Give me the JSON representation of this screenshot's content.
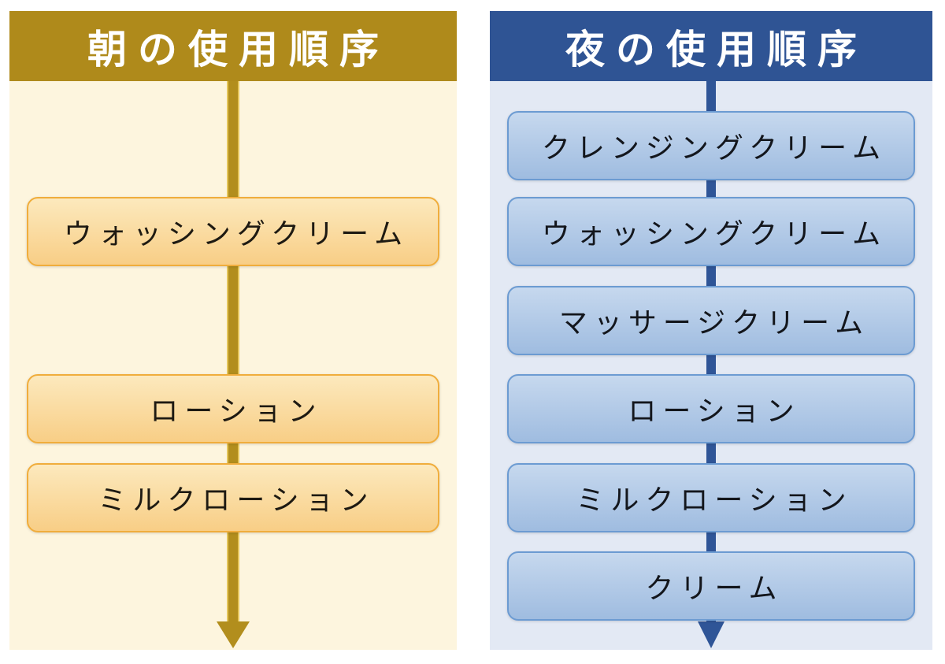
{
  "figure": {
    "background": "#FFFFFF"
  },
  "panels": [
    {
      "id": "morning",
      "title": "朝の使用順序",
      "theme": {
        "header_bg": "#AF8A1B",
        "body_bg": "#FDF5DE",
        "box_border": "#F0AD3C",
        "box_top": "#FCE9BD",
        "box_bottom": "#F8CE86",
        "arrow": "#B28E1D",
        "title_color": "#FFFFFF",
        "text_color": "#1E1A12"
      },
      "steps": [
        {
          "label": "ウォッシングクリーム",
          "row": 1
        },
        {
          "label": "ローション",
          "row": 3
        },
        {
          "label": "ミルクローション",
          "row": 4
        }
      ]
    },
    {
      "id": "night",
      "title": "夜の使用順序",
      "theme": {
        "header_bg": "#2F5494",
        "body_bg": "#E3E9F4",
        "box_border": "#6C9BD2",
        "box_top": "#C6D8EE",
        "box_bottom": "#9FBCE0",
        "arrow": "#2F5597",
        "title_color": "#FFFFFF",
        "text_color": "#13161C"
      },
      "steps": [
        {
          "label": "クレンジングクリーム",
          "row": 0
        },
        {
          "label": "ウォッシングクリーム",
          "row": 1
        },
        {
          "label": "マッサージクリーム",
          "row": 2
        },
        {
          "label": "ローション",
          "row": 3
        },
        {
          "label": "ミルクローション",
          "row": 4
        },
        {
          "label": "クリーム",
          "row": 5
        }
      ]
    }
  ]
}
